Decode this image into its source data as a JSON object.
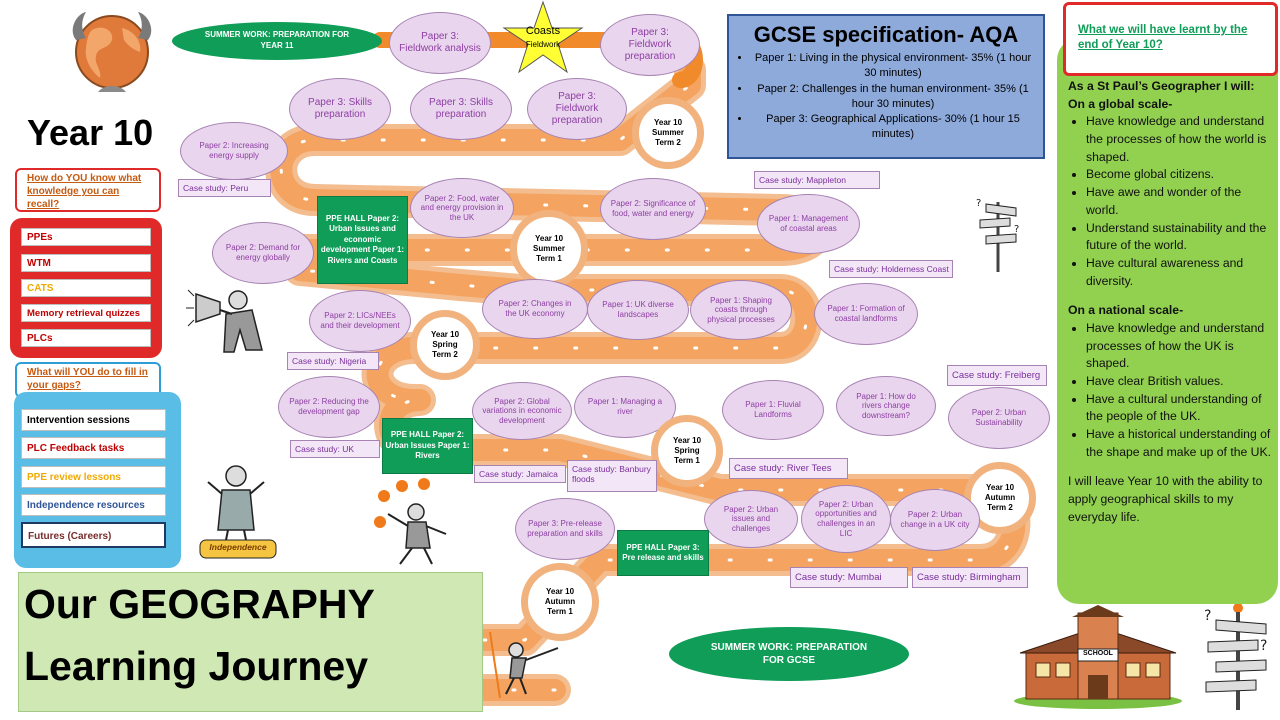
{
  "year_title": "Year 10",
  "title_lines": [
    "Our GEOGRAPHY",
    "Learning Journey"
  ],
  "top_banner": "SUMMER WORK: PREPARATION FOR YEAR 11",
  "bottom_banner": "SUMMER WORK: PREPARATION FOR GCSE",
  "coasts_star": {
    "line1": "Coasts",
    "line2": "Fieldwork"
  },
  "know_question": "How do YOU know what knowledge you can recall?",
  "recall_items": [
    "PPEs",
    "WTM",
    "CATS",
    "Memory retrieval quizzes",
    "PLCs"
  ],
  "gaps_question": "What will YOU do to fill in your gaps?",
  "gap_items": [
    "Intervention sessions",
    "PLC Feedback tasks",
    "PPE review lessons",
    "Independence resources",
    "Futures (Careers)"
  ],
  "independence_label": "Independence",
  "school_sign": "SCHOOL",
  "spec": {
    "title": "GCSE specification- AQA",
    "items": [
      "Paper 1: Living in the physical environment- 35% (1 hour 30 minutes)",
      "Paper 2: Challenges in the human environment- 35% (1 hour 30 minutes)",
      "Paper 3: Geographical Applications- 30% (1 hour 15 minutes)"
    ]
  },
  "learnt": {
    "heading": "What we will have learnt by the end of Year 10?",
    "intro": "As a St Paul’s Geographer I will:",
    "global_label": "On a global scale-",
    "global_items": [
      "Have knowledge and understand the processes of how the world is shaped.",
      "Become global citizens.",
      "Have awe and wonder of the world.",
      "Understand sustainability and the future of the world.",
      "Have cultural awareness and diversity."
    ],
    "national_label": "On a national scale-",
    "national_items": [
      "Have knowledge and understand processes of how the UK is shaped.",
      "Have clear British values.",
      "Have a cultural understanding of the people of the UK.",
      "Have a historical understanding of the shape and make up of the UK."
    ],
    "closing": "I will leave Year 10 with the ability to apply geographical skills to my everyday life."
  },
  "terms": {
    "summer2": "Year 10 Summer Term 2",
    "summer1": "Year 10 Summer Term 1",
    "spring2": "Year 10 Spring Term 2",
    "spring1": "Year 10 Spring Term 1",
    "autumn2": "Year 10 Autumn Term 2",
    "autumn1": "Year 10 Autumn Term 1"
  },
  "ovals": {
    "p3_fieldwork_analysis": "Paper 3: Fieldwork analysis",
    "p3_fieldwork_prep_top": "Paper 3: Fieldwork preparation",
    "p3_skills_prep_a": "Paper 3: Skills preparation",
    "p3_skills_prep_b": "Paper 3: Skills preparation",
    "p3_fieldwork_prep": "Paper 3: Fieldwork preparation",
    "increasing_energy": "Paper 2: Increasing energy supply",
    "food_water_energy_uk": "Paper 2: Food, water and energy provision in the UK",
    "significance_food": "Paper 2: Significance of food, water and energy",
    "management_coastal": "Paper 1: Management of coastal areas",
    "demand_energy": "Paper 2: Demand for energy globally",
    "lics_nees": "Paper 2: LICs/NEEs and their development",
    "changes_uk_economy": "Paper 2: Changes in the UK economy",
    "uk_diverse": "Paper 1: UK diverse landscapes",
    "shaping_coasts": "Paper 1: Shaping coasts through physical processes",
    "formation_coastal": "Paper 1: Formation of coastal landforms",
    "reducing_gap": "Paper 2: Reducing the development gap",
    "global_variations": "Paper 2: Global variations in economic development",
    "managing_river": "Paper 1: Managing a river",
    "fluvial": "Paper 1: Fluvial Landforms",
    "rivers_change": "Paper 1: How do rivers change downstream?",
    "urban_sustainability": "Paper 2: Urban Sustainability",
    "p3_prerelease": "Paper 3: Pre-release preparation and skills",
    "urban_issues": "Paper 2: Urban issues and challenges",
    "urban_opportunities": "Paper 2: Urban opportunities and challenges in an LIC",
    "urban_change_uk": "Paper 2: Urban change in a UK city"
  },
  "case_studies": {
    "peru": "Case study: Peru",
    "mappleton": "Case study:  Mappleton",
    "holderness": "Case study: Holderness Coast",
    "nigeria": "Case study: Nigeria",
    "freiberg": "Case study: Freiberg",
    "uk": "Case study: UK",
    "jamaica": "Case study: Jamaica",
    "banbury": "Case study: Banbury floods",
    "river_tees": "Case study: River Tees",
    "mumbai": "Case study: Mumbai",
    "birmingham": "Case study: Birmingham"
  },
  "ppe_halls": {
    "hall1": "PPE HALL Paper 2: Urban Issues and economic development Paper 1: Rivers and Coasts",
    "hall2": "PPE HALL Paper 2: Urban Issues Paper 1: Rivers",
    "hall3": "PPE HALL Paper 3: Pre release and skills"
  },
  "colors": {
    "road": "#f4a460",
    "road_top": "#f08a2a",
    "oval_fill": "#e9d5ee",
    "oval_text": "#8e3fa3",
    "ppe_green": "#0f9d58",
    "red_panel": "#e02a2a",
    "blue_panel": "#59bde6",
    "spec_blue": "#8eaadb",
    "learnt_green": "#92d050"
  }
}
